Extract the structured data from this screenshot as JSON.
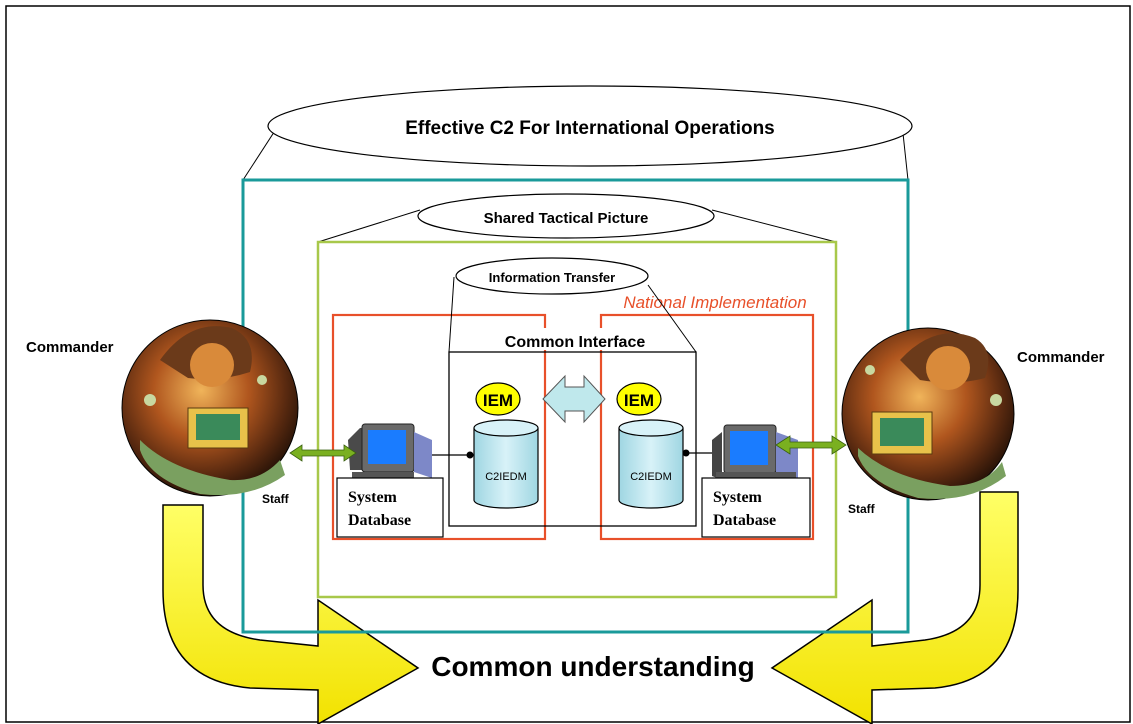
{
  "title": "Effective C2 For International Operations",
  "shared_picture": "Shared Tactical Picture",
  "information_transfer": "Information Transfer",
  "national_implementation": "National Implementation",
  "common_interface": "Common Interface",
  "iem_left": "IEM",
  "iem_right": "IEM",
  "db_left": "C2IEDM",
  "db_right": "C2IEDM",
  "system_left": {
    "line1": "System",
    "line2": "Database"
  },
  "system_right": {
    "line1": "System",
    "line2": "Database"
  },
  "commander_left": "Commander",
  "commander_right": "Commander",
  "staff_left": "Staff",
  "staff_right": "Staff",
  "common_understanding": "Common understanding",
  "colors": {
    "teal_frame": "#1a9a9a",
    "green_frame": "#a8c84a",
    "red_frame": "#e8502a",
    "national_text": "#e8502a",
    "iem_fill": "#ffff00",
    "cylinder_fill": "#b8e4ee",
    "arrow_fill": "#ffff44",
    "green_arrow": "#7ab020"
  }
}
